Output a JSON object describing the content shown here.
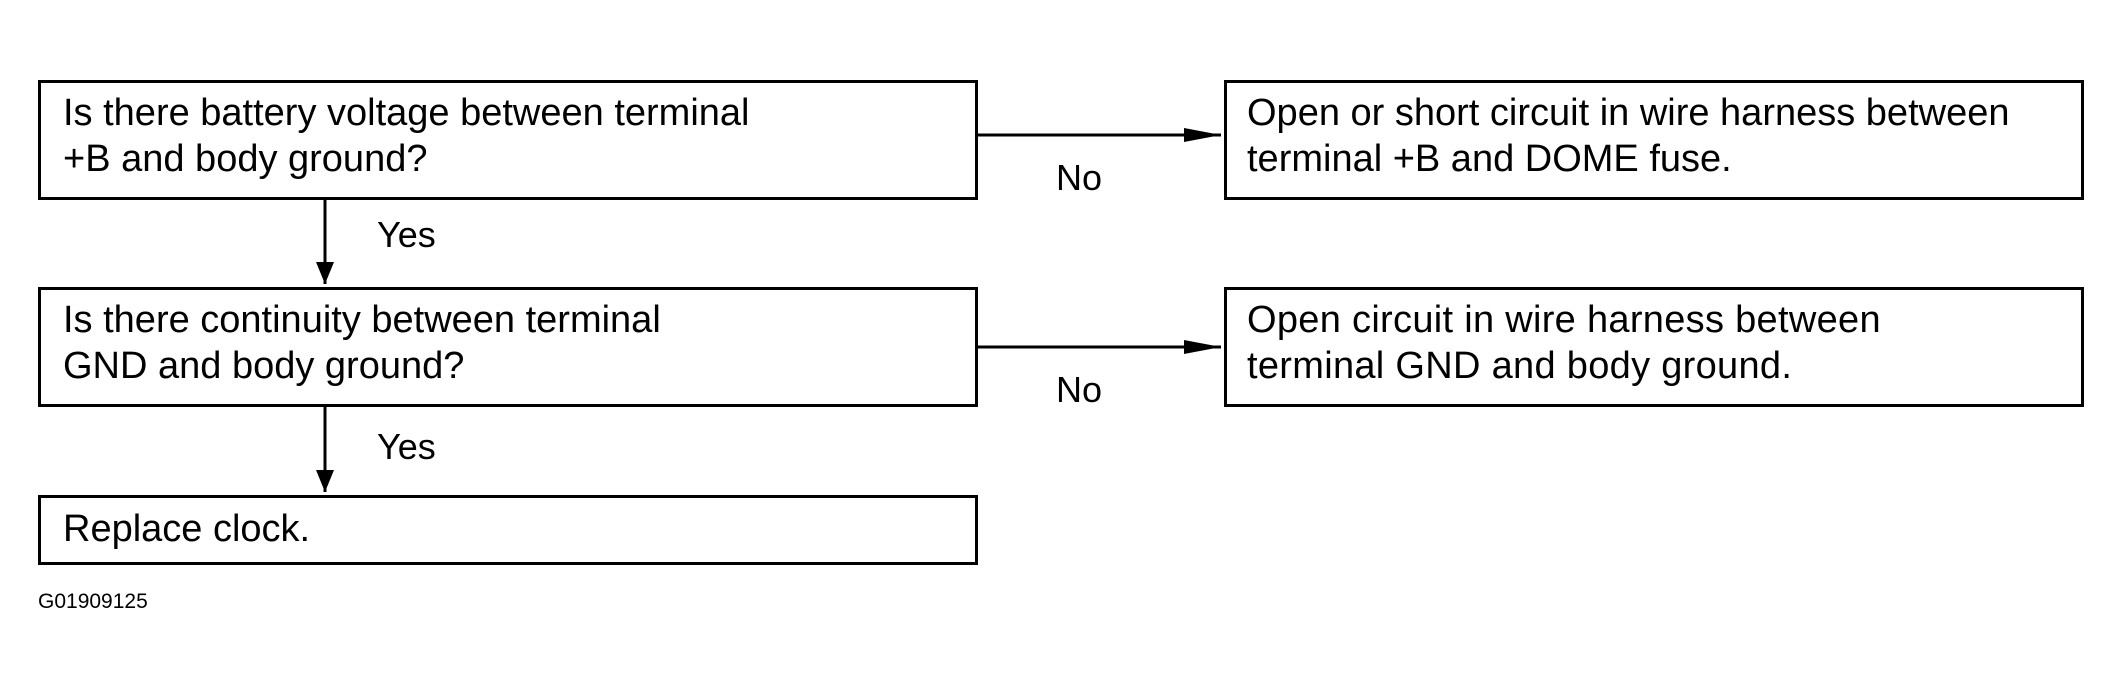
{
  "question_1": {
    "line_1": "Is there battery voltage between terminal",
    "line_2": "+B and body ground?"
  },
  "question_1_no_result": {
    "line_1": "Open or short circuit in wire harness between",
    "line_2": "terminal +B and DOME fuse."
  },
  "question_2": {
    "line_1": "Is there continuity between terminal",
    "line_2": "GND and body ground?"
  },
  "question_2_no_result": {
    "line_1": "Open circuit in wire harness between",
    "line_2": "terminal GND and body ground."
  },
  "final_action": "Replace clock.",
  "labels": {
    "yes_1": "Yes",
    "yes_2": "Yes",
    "no_1": "No",
    "no_2": "No"
  },
  "figure_id": "G01909125",
  "colors": {
    "line": "#000000",
    "background": "#ffffff"
  }
}
